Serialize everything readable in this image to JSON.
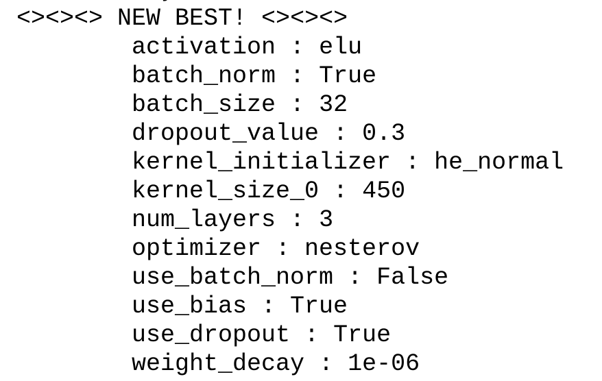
{
  "console": {
    "cut_line": "y",
    "header": "<><><> NEW BEST! <><><>",
    "params": [
      {
        "key": "activation",
        "sep": " : ",
        "value": "elu"
      },
      {
        "key": "batch_norm",
        "sep": " : ",
        "value": "True"
      },
      {
        "key": "batch_size",
        "sep": " : ",
        "value": "32"
      },
      {
        "key": "dropout_value",
        "sep": " : ",
        "value": "0.3"
      },
      {
        "key": "kernel_initializer",
        "sep": " : ",
        "value": "he_normal"
      },
      {
        "key": "kernel_size_0",
        "sep": " : ",
        "value": "450"
      },
      {
        "key": "num_layers",
        "sep": " : ",
        "value": "3"
      },
      {
        "key": "optimizer",
        "sep": " : ",
        "value": "nesterov"
      },
      {
        "key": "use_batch_norm",
        "sep": " : ",
        "value": "False"
      },
      {
        "key": "use_bias",
        "sep": " : ",
        "value": "True"
      },
      {
        "key": "use_dropout",
        "sep": " : ",
        "value": "True"
      },
      {
        "key": "weight_decay",
        "sep": " : ",
        "value": "1e-06"
      }
    ]
  }
}
